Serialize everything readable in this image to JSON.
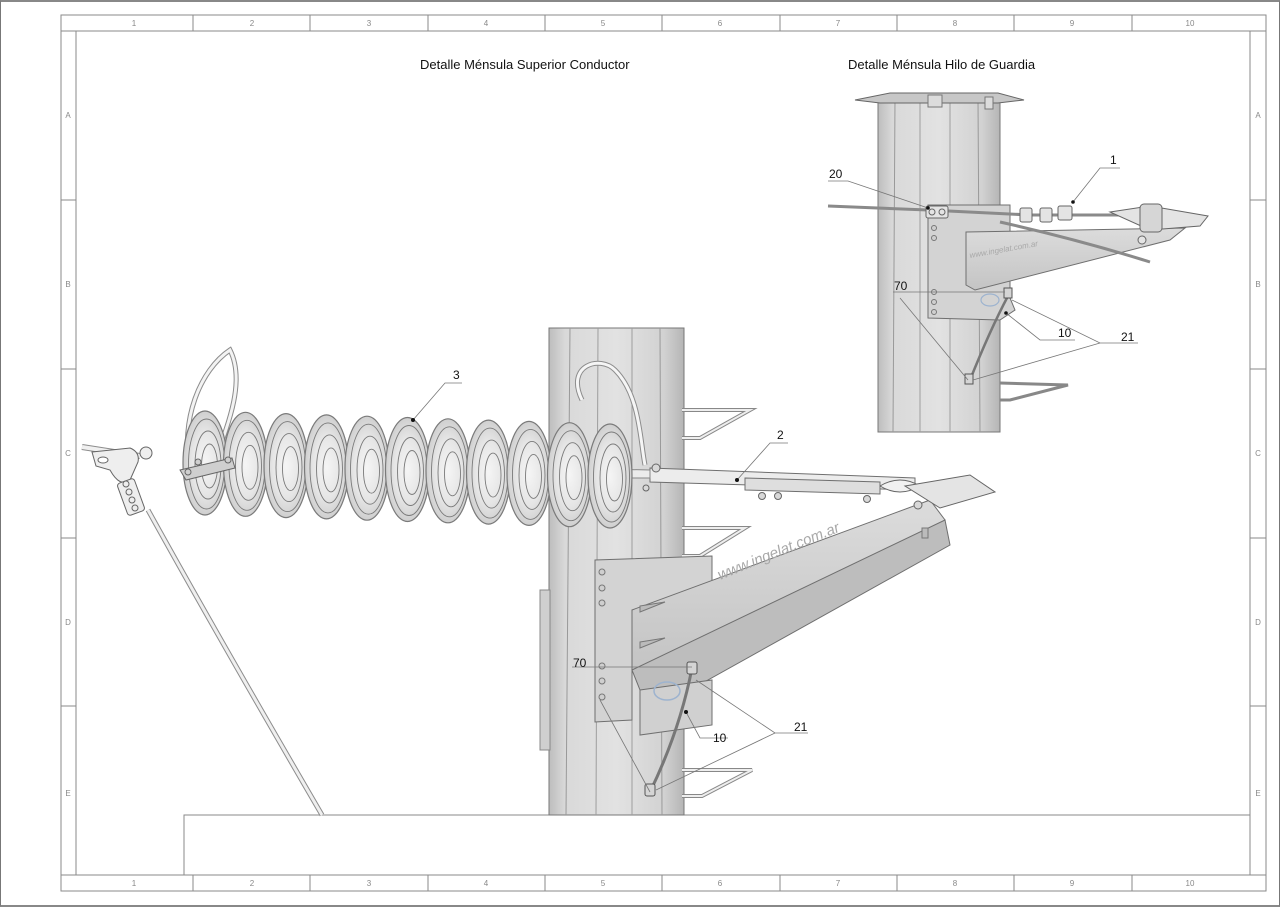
{
  "sheet": {
    "column_labels": [
      "1",
      "2",
      "3",
      "4",
      "5",
      "6",
      "7",
      "8",
      "9",
      "10"
    ],
    "row_labels": [
      "A",
      "B",
      "C",
      "D",
      "E"
    ]
  },
  "details": [
    {
      "title": "Detalle Ménsula Superior Conductor",
      "callouts": [
        "3",
        "2",
        "70",
        "10",
        "21"
      ],
      "watermark": "www.ingelat.com.ar"
    },
    {
      "title": "Detalle Ménsula Hilo de Guardia",
      "callouts": [
        "20",
        "1",
        "70",
        "10",
        "21"
      ],
      "watermark": "www.ingelat.com.ar"
    }
  ],
  "colors": {
    "concrete": "#d6d6d6",
    "steel": "#c9c9c9",
    "line": "#555555",
    "grid": "#8a8a8a"
  }
}
